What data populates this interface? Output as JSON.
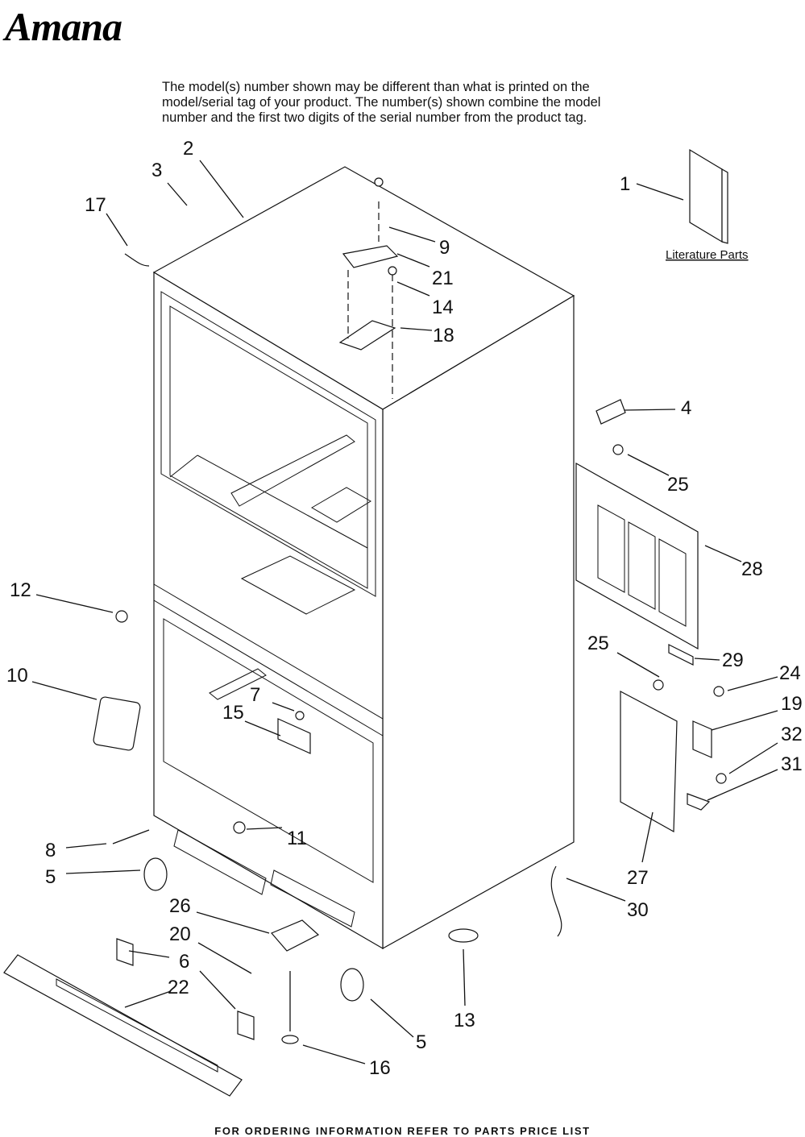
{
  "brand": "Amana",
  "note_lines": [
    "The model(s) number shown may be different than what is printed on the",
    "model/serial tag of your product. The number(s) shown combine the model",
    "number and the first two digits of the serial number from the product tag."
  ],
  "literature_label": "Literature Parts",
  "footer": "FOR ORDERING INFORMATION REFER TO PARTS PRICE LIST",
  "callouts": [
    {
      "label": "1"
    },
    {
      "label": "2"
    },
    {
      "label": "3"
    },
    {
      "label": "17"
    },
    {
      "label": "9"
    },
    {
      "label": "21"
    },
    {
      "label": "14"
    },
    {
      "label": "18"
    },
    {
      "label": "4"
    },
    {
      "label": "25"
    },
    {
      "label": "28"
    },
    {
      "label": "12"
    },
    {
      "label": "10"
    },
    {
      "label": "7"
    },
    {
      "label": "15"
    },
    {
      "label": "25"
    },
    {
      "label": "29"
    },
    {
      "label": "24"
    },
    {
      "label": "19"
    },
    {
      "label": "32"
    },
    {
      "label": "31"
    },
    {
      "label": "11"
    },
    {
      "label": "8"
    },
    {
      "label": "5"
    },
    {
      "label": "27"
    },
    {
      "label": "30"
    },
    {
      "label": "26"
    },
    {
      "label": "20"
    },
    {
      "label": "6"
    },
    {
      "label": "22"
    },
    {
      "label": "13"
    },
    {
      "label": "5"
    },
    {
      "label": "16"
    }
  ]
}
